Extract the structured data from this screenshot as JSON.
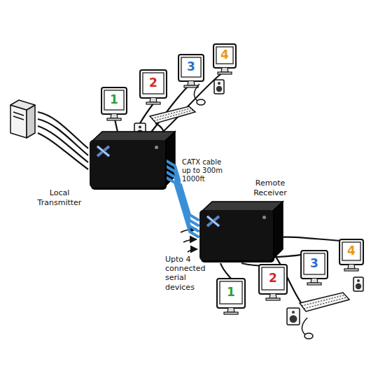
{
  "diagram": {
    "nodes": [
      {
        "text": [
          "Local Transmitter"
        ]
      },
      {
        "text": [
          "Remote Receiver"
        ]
      }
    ],
    "edges": [
      {
        "from": 0,
        "to": 1,
        "arrow": "none",
        "label": "CATX cable up to 300m 1000ft"
      }
    ],
    "labels": [
      "1",
      "2",
      "3",
      "4",
      "Upto 4 connected serial devices",
      "1",
      "2",
      "3",
      "4"
    ]
  }
}
